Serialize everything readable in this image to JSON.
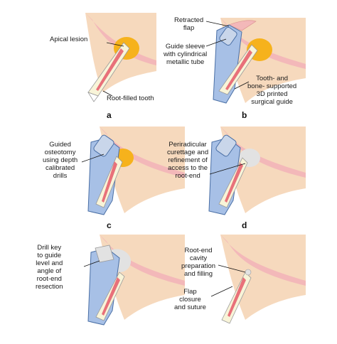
{
  "panels": {
    "a": {
      "letter": "a",
      "labels": {
        "apical_lesion": "Apical lesion",
        "root_filled_tooth": "Root-filled tooth"
      }
    },
    "b": {
      "letter": "b",
      "labels": {
        "retracted_flap": "Retracted\nflap",
        "guide_sleeve": "Guide sleeve\nwith cylindrical\nmetallic tube",
        "surgical_guide": "Tooth- and\nbone- supported\n3D printed\nsurgical guide"
      }
    },
    "c": {
      "letter": "c",
      "labels": {
        "guided_osteotomy": "Guided\nosteotomy\nusing depth\ncalibrated\ndrills"
      }
    },
    "d": {
      "letter": "d",
      "labels": {
        "periradicular_curettage": "Periradicular\ncurettage and\nrefinement of\naccess to the\nroot-end"
      }
    },
    "e": {
      "letter": "",
      "labels": {
        "drill_key": "Drill key\nto guide\nlevel and\nangle of\nroot-end\nresection"
      }
    },
    "f": {
      "letter": "",
      "labels": {
        "root_end_cavity": "Root-end\ncavity\npreparation\nand filling",
        "flap_closure": "Flap\nclosure\nand suture"
      }
    }
  },
  "colors": {
    "gum": "#f6d9bd",
    "mucosa": "#f3b8b9",
    "tooth": "#f8f4d8",
    "canal_fill": "#e8717a",
    "lesion": "#f6b21c",
    "guide": "#a7c0e6",
    "guide_outline": "#4a6fa5",
    "sleeve": "#c9d6ea",
    "healed_area": "#e2e2e2"
  }
}
